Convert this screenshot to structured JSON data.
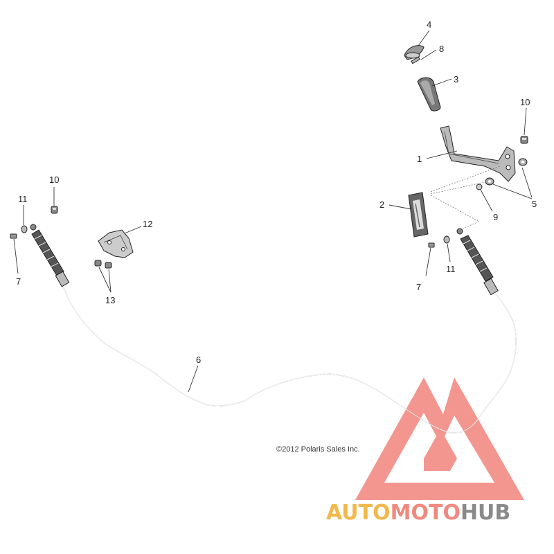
{
  "callouts": {
    "c1": "1",
    "c2": "2",
    "c3": "3",
    "c4": "4",
    "c5": "5",
    "c6": "6",
    "c7_left": "7",
    "c7_right": "7",
    "c8": "8",
    "c9": "9",
    "c10_left": "10",
    "c10_right": "10",
    "c11_left": "11",
    "c11_right": "11",
    "c12": "12",
    "c13": "13"
  },
  "copyright": "©2012 Polaris Sales Inc.",
  "watermark": {
    "part1": "AUTO",
    "part2": "MOTO",
    "part3": "HUB",
    "colors": {
      "auto": "#f2b84b",
      "moto": "#ef8a80",
      "hub": "#8a8a8a",
      "logo": "#ef6b60"
    }
  }
}
